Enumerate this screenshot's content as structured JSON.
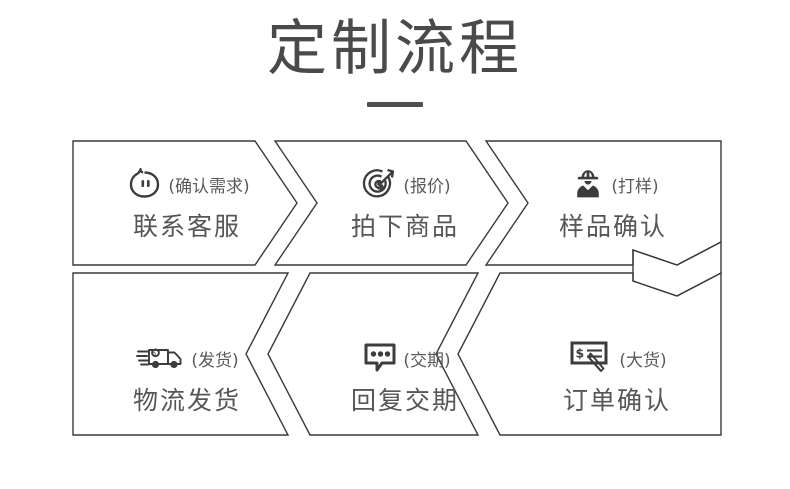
{
  "header": {
    "title": "定制流程",
    "rule": "divider"
  },
  "colors": {
    "title_text": "#4a4a4a",
    "body_text": "#565656",
    "sub_text": "#5a5a5a",
    "outline": "#3a3a3a",
    "icon_dark": "#3c3c3c",
    "background": "#ffffff"
  },
  "flow": {
    "row1_direction": "left-to-right",
    "row2_direction": "right-to-left",
    "row1": [
      {
        "order": "1",
        "sub": "(确认需求)",
        "label": "联系客服",
        "icon": "chat-face-icon"
      },
      {
        "order": "2",
        "sub": "(报价)",
        "label": "拍下商品",
        "icon": "target-arrow-icon"
      },
      {
        "order": "3",
        "sub": "(打样)",
        "label": "样品确认",
        "icon": "worker-helmet-icon"
      }
    ],
    "row2": [
      {
        "order": "6",
        "sub": "(发货)",
        "label": "物流发货",
        "icon": "delivery-truck-icon"
      },
      {
        "order": "5",
        "sub": "(交期)",
        "label": "回复交期",
        "icon": "speech-bubble-dots-icon"
      },
      {
        "order": "4",
        "sub": "(大货)",
        "label": "订单确认",
        "icon": "cheque-pen-icon"
      }
    ]
  }
}
